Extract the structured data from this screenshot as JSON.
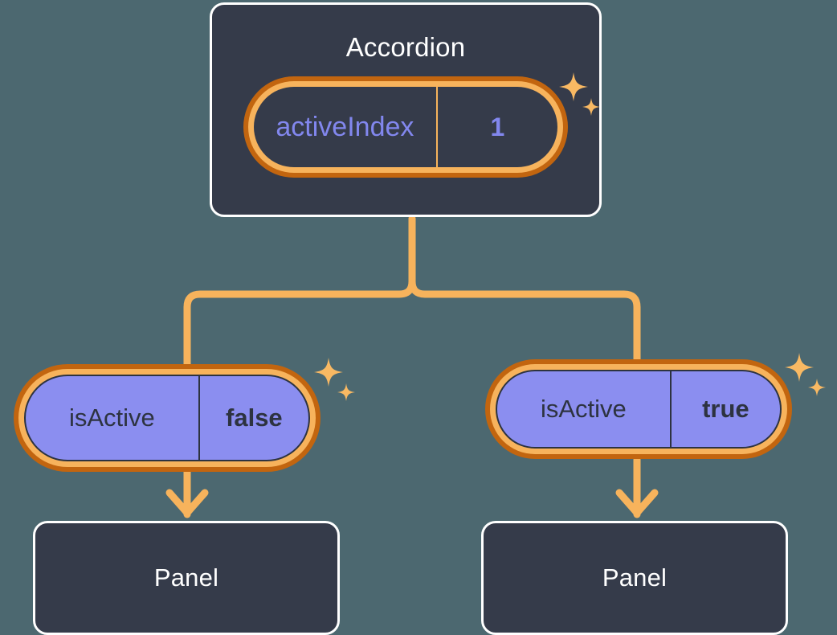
{
  "diagram": {
    "title": "Accordion component state tree",
    "background_color": "#4c6870"
  },
  "colors": {
    "background": "#4c6870",
    "card_fill": "#353b4a",
    "card_border": "#ffffff",
    "ring_outer": "#c2650f",
    "ring_inner": "#f7b35c",
    "connector": "#f7b35c",
    "state_fill": "#8b8ef0",
    "state_text": "#2d3340",
    "accent_text": "#8287ee",
    "sparkle": "#f9b963"
  },
  "root": {
    "name": "accordion-component",
    "label": "Accordion",
    "state": {
      "key": "activeIndex",
      "value": "1"
    },
    "sparkles_icon": "sparkles-icon"
  },
  "children": [
    {
      "name": "panel-branch-left",
      "state": {
        "key": "isActive",
        "value": "false"
      },
      "component": {
        "label": "Panel"
      },
      "sparkles_icon": "sparkles-icon",
      "arrow_icon": "arrow-down-icon"
    },
    {
      "name": "panel-branch-right",
      "state": {
        "key": "isActive",
        "value": "true"
      },
      "component": {
        "label": "Panel"
      },
      "sparkles_icon": "sparkles-icon",
      "arrow_icon": "arrow-down-icon"
    }
  ],
  "connectors": {
    "tree_icon": "tree-branch-connector",
    "arrow_icon": "arrow-down-icon"
  }
}
